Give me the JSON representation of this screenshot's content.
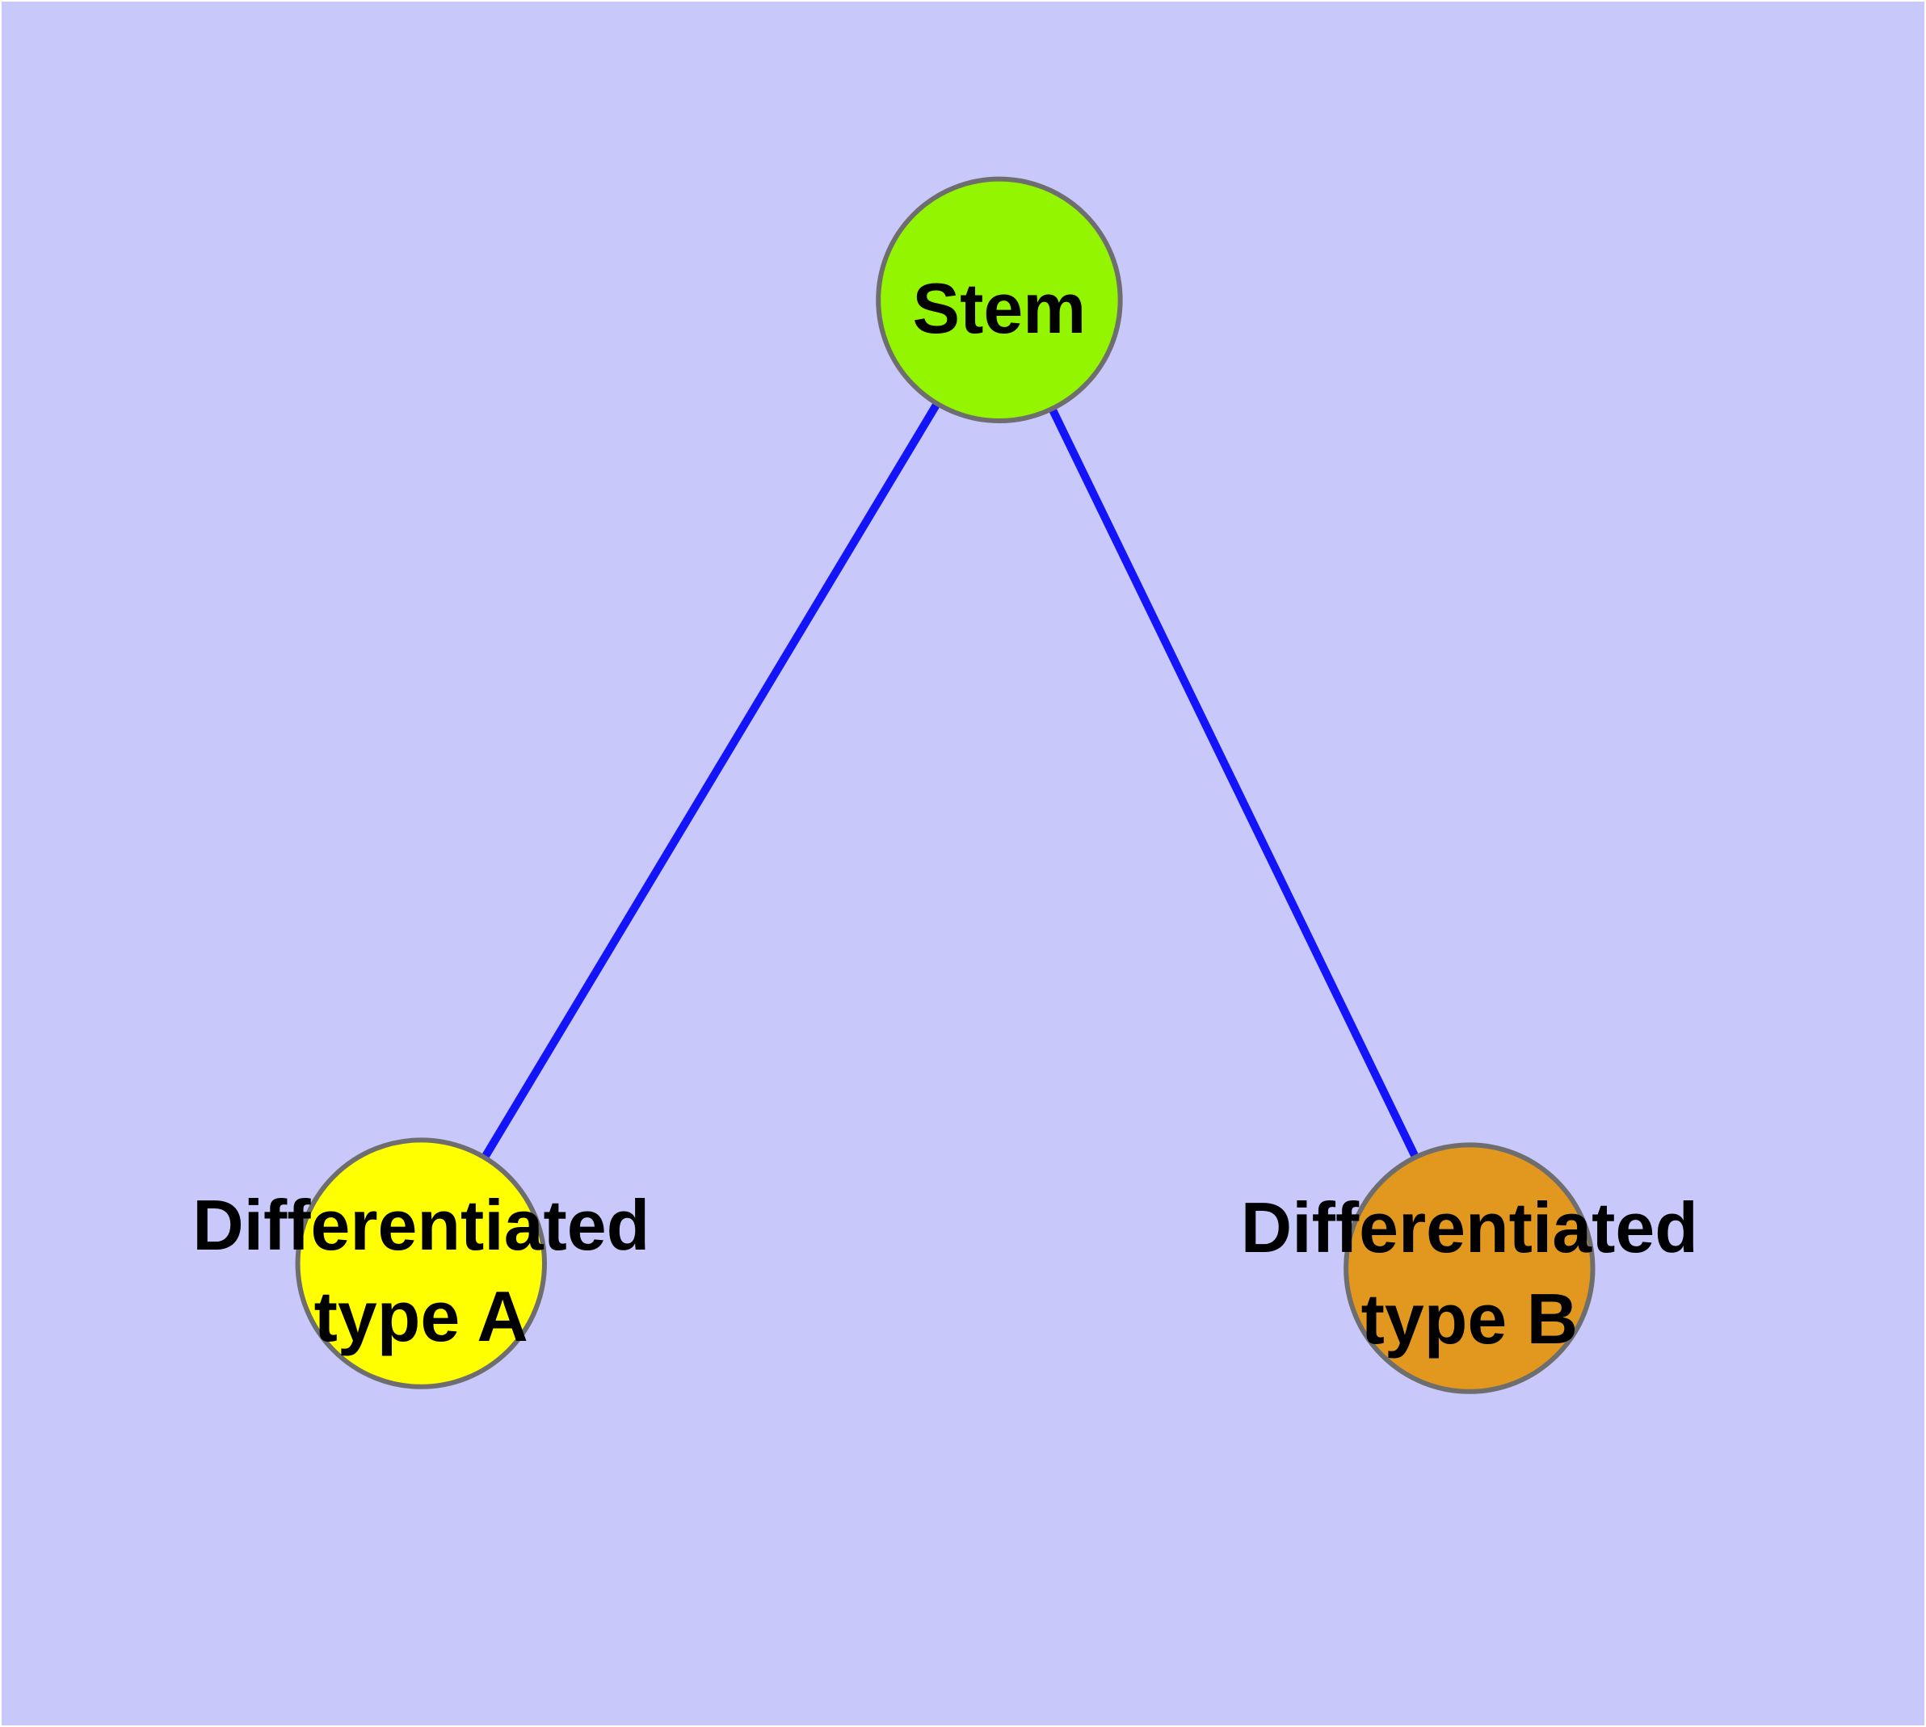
{
  "diagram": {
    "type": "graph",
    "background_color": "#c8c8fa",
    "frame_color": "#ffffff",
    "edge_color": "#1414fa",
    "node_border_color": "#6e6e6e",
    "label_color": "#000000",
    "nodes": [
      {
        "id": "stem",
        "label": "Stem",
        "label_line1": "Stem",
        "label_line2": "",
        "fill": "#93f500",
        "shape": "circle"
      },
      {
        "id": "differentiated-type-a",
        "label": "Differentiated type A",
        "label_line1": "Differentiated",
        "label_line2": "type A",
        "fill": "#ffff00",
        "shape": "circle"
      },
      {
        "id": "differentiated-type-b",
        "label": "Differentiated type B",
        "label_line1": "Differentiated",
        "label_line2": "type B",
        "fill": "#e2981f",
        "shape": "circle"
      }
    ],
    "edges": [
      {
        "from": "stem",
        "to": "differentiated-type-a"
      },
      {
        "from": "stem",
        "to": "differentiated-type-b"
      }
    ]
  }
}
